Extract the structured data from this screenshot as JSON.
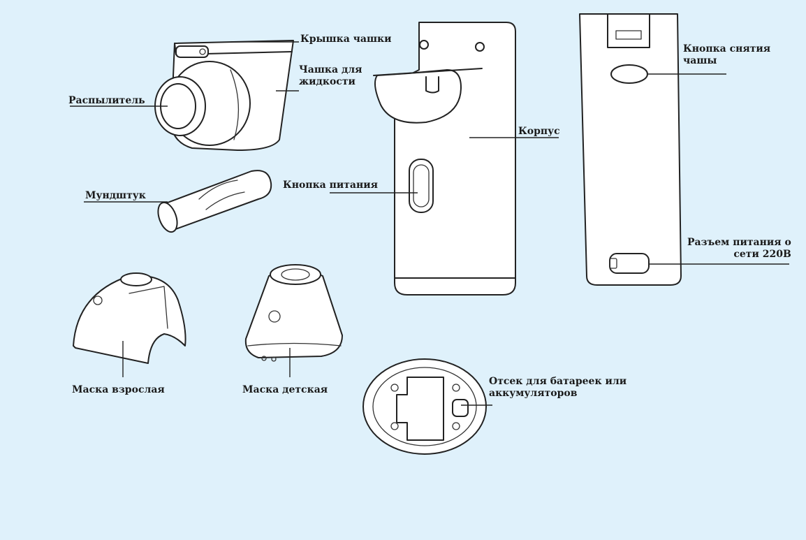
{
  "colors": {
    "background": "#dff1fb",
    "line": "#222222",
    "device_fill": "#ffffff"
  },
  "labels": {
    "cup_lid": "Крышка чашки",
    "cup_liquid": "Чашка для\nжидкости",
    "sprayer": "Распылитель",
    "mouthpiece": "Мундштук",
    "power_button": "Кнопка питания",
    "body": "Корпус",
    "cup_release_button": "Кнопка снятия\nчашы",
    "power_socket": "Разъем питания о\nсети 220В",
    "adult_mask": "Маска взрослая",
    "child_mask": "Маска детская",
    "battery_compartment": "Отсек для батареек или\nаккумуляторов"
  }
}
